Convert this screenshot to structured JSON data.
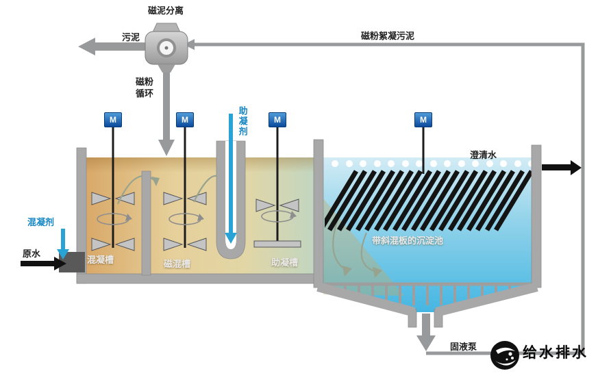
{
  "diagram": {
    "type": "process-flow",
    "subject": "magnetic coagulation sedimentation water treatment"
  },
  "labels": {
    "separator": "磁泥分离",
    "sludge": "污泥",
    "magnetic_floc_sludge": "磁粉絮凝污泥",
    "magnetic_powder_cycle": "磁粉循环",
    "coagulant": "混凝剂",
    "raw_water": "原水",
    "coagulation_tank": "混凝槽",
    "magnetic_mix_tank": "磁混槽",
    "floc_aid_tank": "助凝槽",
    "floc_aid": "助凝剂",
    "sedimentation_tank": "带斜混板的沉淀池",
    "clarified_water": "澄清水",
    "pump": "固液泵",
    "journal": "给水排水",
    "motor": "M"
  },
  "colors": {
    "accent_blue": "#29a3d6",
    "label_blue": "#1787c5",
    "motor_blue": "#0b4a9c",
    "wall_gray": "#a8a8a8",
    "pipe_gray": "#98999b",
    "water_left_tan": "#d8a868",
    "water_right_cyan": "#45b6e2",
    "plate_black": "#141414"
  }
}
